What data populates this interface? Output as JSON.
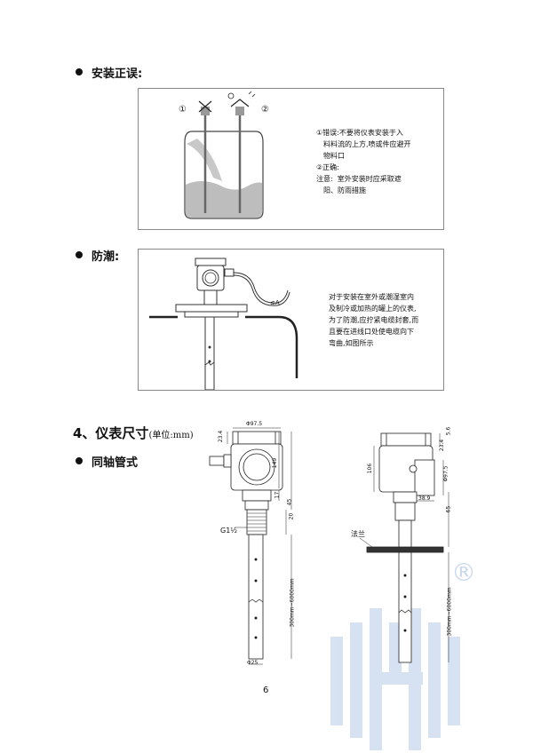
{
  "section_install": {
    "title": "安装正误:",
    "marker_wrong": "①",
    "marker_right": "②",
    "notes": {
      "item1_marker": "①",
      "item1_line1": "错误:不要将仪表安装于入",
      "item1_line2": "料料流的上方,喷或件应避开",
      "item1_line3": "物料口",
      "item2_marker": "②",
      "item2_label": "正确:",
      "caution_label": "注意:",
      "caution_line1": "室外安装时应采取遮",
      "caution_line2": "阳、防雨措施"
    }
  },
  "section_moisture": {
    "title": "防潮:",
    "cable_label": "≤A",
    "notes": [
      "对于安装在室外或潮湿室内",
      "及制冷或加热的罐上的仪表,",
      "为了防潮,应拧紧电缆封套,而",
      "且要在进线口处使电缆向下",
      "弯曲,如图所示"
    ]
  },
  "section_dimensions": {
    "title": "4、仪表尺寸",
    "unit": "(单位:mm)",
    "subtitle": "同轴管式"
  },
  "drawing_left": {
    "top_width": "Φ97.5",
    "d_23_4": "23.4",
    "d_149": "149",
    "d_17": "17",
    "d_45": "45",
    "d_20": "20",
    "thread": "G1½",
    "length": "300mm~6000mm",
    "tube_dia": "Φ25"
  },
  "drawing_right": {
    "d_5_6": "5.6",
    "d_23_4": "23.4",
    "d_106": "106",
    "d_97_5": "Φ97.5",
    "d_38_9": "38.9",
    "d_65": "65",
    "flange_label": "法兰",
    "length": "300mm~6000mm"
  },
  "watermark": {
    "registered": "®"
  },
  "page_number": "6"
}
